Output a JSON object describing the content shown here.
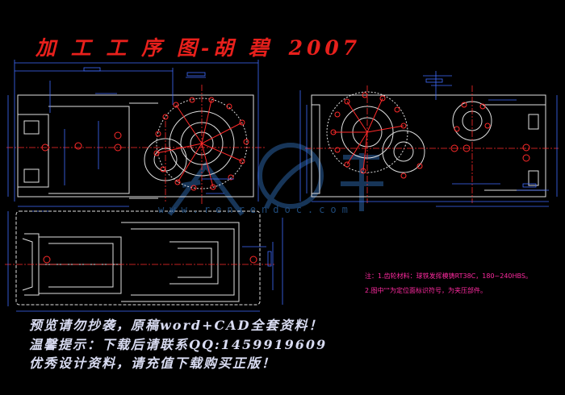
{
  "drawing": {
    "title": "加 工 工 序 图-胡 碧",
    "year": "2007",
    "tech_notes": [
      "注：1.齿轮材料：球铁发挥模铸RT38C，180~240HBS。",
      "2.图中\"\"为定位面标识符号，为夹压部件。"
    ]
  },
  "watermark": {
    "site": "www.renrendoc.com"
  },
  "promo_lines": [
    "预览请勿抄袭，原稿word+CAD全套资料！",
    "温馨提示：下载后请联系QQ:1459919609",
    "优秀设计资料，请充值下载购买正版！"
  ],
  "colors": {
    "background": "#000000",
    "outline": "#e0e0e0",
    "dimension": "#3f6cff",
    "centerline": "#ff2a2a",
    "title": "#e8201c",
    "notes": "#ff2aa0",
    "promo": "#d9dcf2",
    "watermark": "#1f4a7a"
  }
}
